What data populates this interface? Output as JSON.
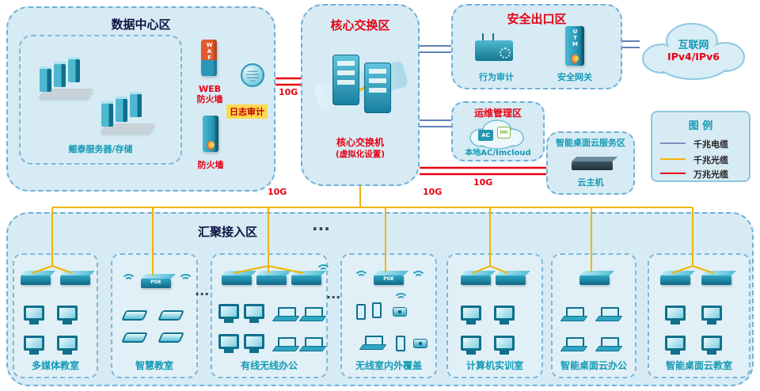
{
  "colors": {
    "zone_fill": "#d7ebf5",
    "zone_border": "#6fb0d6",
    "red_10g": "#e60012",
    "yellow_fiber": "#f0b400",
    "blue_copper": "#7a8fc0",
    "teal_text": "#149ab4",
    "dark_title": "#0d1240"
  },
  "datacenter": {
    "title": "数据中心区",
    "server_label": "鲲泰服务器/存储",
    "waf_device_text": "WAF",
    "waf_label_line1": "WEB",
    "waf_label_line2": "防火墙",
    "log_audit_label": "日志审计",
    "firewall_label": "防火墙"
  },
  "core": {
    "title": "核心交换区",
    "switch_label": "核心交换机",
    "switch_sublabel": "(虚拟化设置)"
  },
  "security": {
    "title": "安全出口区",
    "behavior_audit_label": "行为审计",
    "utm_device_text": "UTM",
    "gateway_label": "安全网关"
  },
  "internet": {
    "line1": "互联网",
    "line2": "IPv4/IPv6"
  },
  "ops": {
    "title": "运维管理区",
    "ac_text": "AC",
    "im_text": "Im",
    "device_label": "本地AC/Imcloud"
  },
  "cloudhost": {
    "title": "智能桌面云服务区",
    "device_label": "云主机"
  },
  "legend": {
    "title": "图 例",
    "items": [
      {
        "label": "千兆电缆",
        "color": "#7a8fc0"
      },
      {
        "label": "千兆光缆",
        "color": "#f0b400"
      },
      {
        "label": "万兆光缆",
        "color": "#e60012"
      }
    ]
  },
  "access": {
    "title": "汇聚接入区",
    "ellipsis": "...",
    "poe_text": "POE",
    "groups": [
      {
        "label": "多媒体教室"
      },
      {
        "label": "智慧教室"
      },
      {
        "label": "有线无线办公"
      },
      {
        "label": "无线室内外覆盖"
      },
      {
        "label": "计算机实训室"
      },
      {
        "label": "智能桌面云办公"
      },
      {
        "label": "智能桌面云教室"
      }
    ]
  },
  "links": {
    "dc_core_label": "10G",
    "bus_left_label": "10G",
    "bus_mid_label": "10G",
    "cloudhost_label": "10G"
  }
}
